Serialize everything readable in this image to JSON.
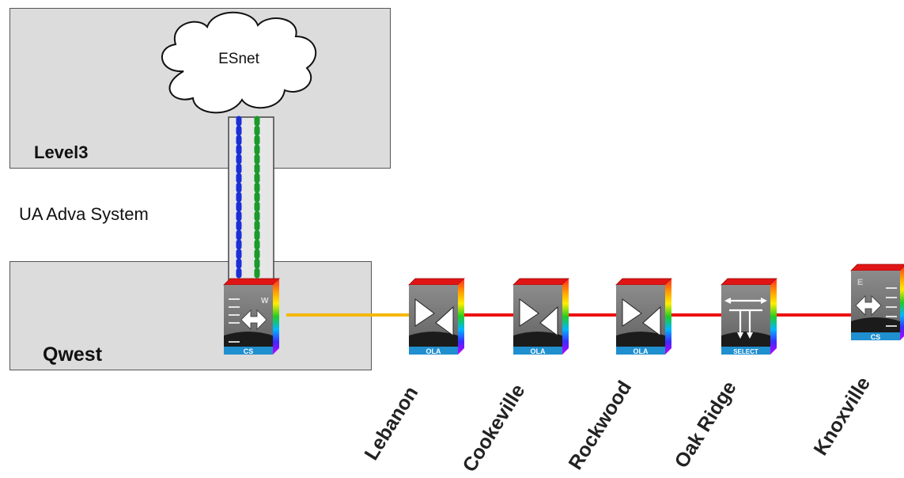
{
  "regions": {
    "level3": "Level3",
    "qwest": "Qwest",
    "system": "UA Adva System"
  },
  "cloud_label": "ESnet",
  "devices": {
    "qwest_node": {
      "type_label": "CS",
      "corner_label": "W"
    },
    "lebanon": {
      "type_label": "OLA"
    },
    "cookeville": {
      "type_label": "OLA"
    },
    "rockwood": {
      "type_label": "OLA"
    },
    "oak_ridge": {
      "type_label": "SELECT"
    },
    "knoxville": {
      "type_label": "CS",
      "corner_label": "E"
    }
  },
  "sites": [
    "Lebanon",
    "Cookeville",
    "Rockwood",
    "Oak Ridge",
    "Knoxville"
  ],
  "colors": {
    "region_fill": "#dcdcdc",
    "link_qwest_lebanon": "#f5b800",
    "link_main": "#ee1111",
    "lambda_blue": "#1a2fd6",
    "lambda_green": "#1a9a2a",
    "device_top": "#e01515",
    "device_face": "#7a7a7a",
    "device_base": "#1f8fd0"
  }
}
